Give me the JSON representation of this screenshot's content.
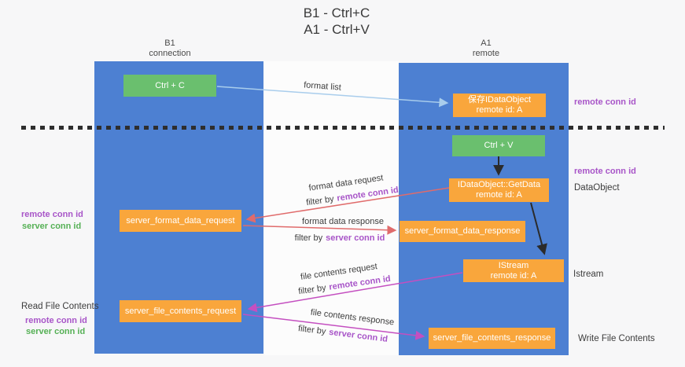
{
  "title": {
    "line1": "B1 - Ctrl+C",
    "line2": "A1 - Ctrl+V"
  },
  "columns": {
    "left": {
      "title": "B1",
      "subtitle": "connection"
    },
    "right": {
      "title": "A1",
      "subtitle": "remote"
    }
  },
  "nodes": {
    "ctrl_c": {
      "label": "Ctrl + C"
    },
    "ctrl_v": {
      "label": "Ctrl + V"
    },
    "save_idataobject": {
      "line1": "保存IDataObject",
      "line2": "remote id: A"
    },
    "idataobject_getdata": {
      "line1": "IDataObject::GetData",
      "line2": "remote id: A"
    },
    "istream": {
      "line1": "IStream",
      "line2": "remote id: A"
    },
    "server_format_data_request": {
      "label": "server_format_data_request"
    },
    "server_format_data_response": {
      "label": "server_format_data_response"
    },
    "server_file_contents_request": {
      "label": "server_file_contents_request"
    },
    "server_file_contents_response": {
      "label": "server_file_contents_response"
    }
  },
  "edge_labels": {
    "format_list": "format list",
    "format_data_request": "format data request",
    "format_data_response": "format data response",
    "file_contents_request": "file contents request",
    "file_contents_response": "file contents response",
    "filter_by": "filter by",
    "remote_conn_id": "remote conn id",
    "server_conn_id": "server conn id"
  },
  "side_labels": {
    "remote_conn_id": "remote conn id",
    "server_conn_id": "server conn id",
    "dataobject": "DataObject",
    "istream": "Istream",
    "read_file_contents": "Read File Contents",
    "write_file_contents": "Write File Contents"
  },
  "colors": {
    "lane_blue": "#4d80d2",
    "node_orange": "#f9a63c",
    "node_green": "#6abf6e",
    "arrow_red": "#e06b6b",
    "arrow_magenta": "#c44fc0",
    "arrow_lightblue": "#a9cdec",
    "arrow_black": "#2b2b2b",
    "conn_id_purple": "#a855c8",
    "conn_id_green": "#55b055"
  }
}
